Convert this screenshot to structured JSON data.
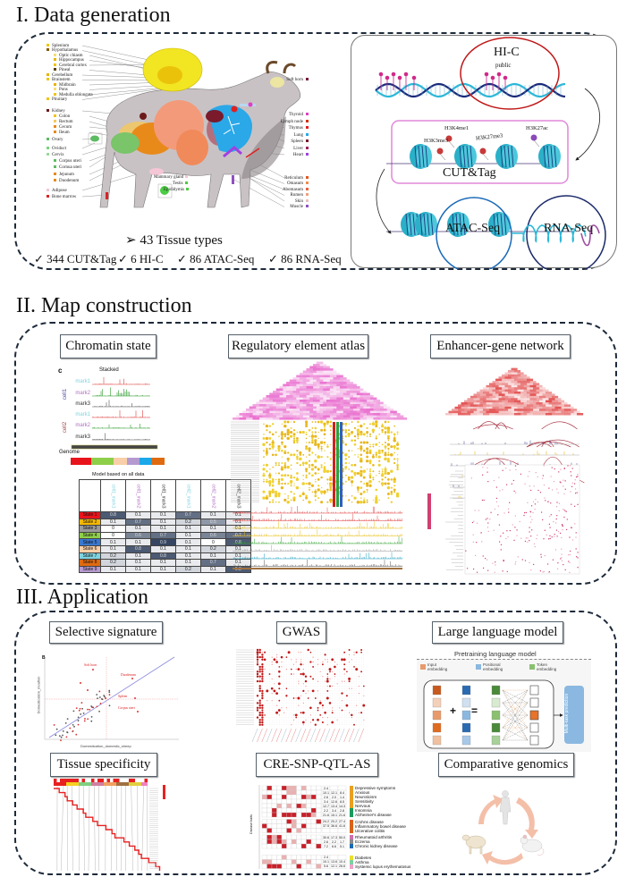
{
  "sections": {
    "data_generation": "I. Data generation",
    "map_construction": "II. Map construction",
    "application": "III. Application"
  },
  "data_generation": {
    "tissue_types": "43 Tissue types",
    "tissue_bullet": "➢",
    "counts": [
      {
        "check": "✓",
        "label": "344 CUT&Tag"
      },
      {
        "check": "✓",
        "label": "6 HI-C"
      },
      {
        "check": "✓",
        "label": "86 ATAC-Seq"
      },
      {
        "check": "✓",
        "label": "86 RNA-Seq"
      }
    ],
    "left_tissues": [
      {
        "label": "Splenium",
        "color": "#f0c419"
      },
      {
        "label": "Hypothalamus",
        "color": "#8a5a00"
      },
      {
        "label": "Optic chiasm",
        "color": "#f5dd7a"
      },
      {
        "label": "Hippocampus",
        "color": "#e8b400"
      },
      {
        "label": "Cerebral cortex",
        "color": "#f0c419"
      },
      {
        "label": "Pineal",
        "color": "#5a4000"
      },
      {
        "label": "Cerebellum",
        "color": "#e8b400"
      },
      {
        "label": "Brainstem",
        "color": "#f0c419"
      },
      {
        "label": "Midbrain",
        "color": "#e8b400"
      },
      {
        "label": "Pons",
        "color": "#f5dd7a"
      },
      {
        "label": "Medulla oblongata",
        "color": "#f0c419"
      },
      {
        "label": "Pituitary",
        "color": "#f0c419"
      },
      {
        "label": "Kidney",
        "color": "#6b1a1a"
      },
      {
        "label": "Colon",
        "color": "#f0c419"
      },
      {
        "label": "Rectum",
        "color": "#f5c85a"
      },
      {
        "label": "Cecum",
        "color": "#e88a1a"
      },
      {
        "label": "Ileum",
        "color": "#e88a1a"
      },
      {
        "label": "Ovary",
        "color": "#5dbb63"
      },
      {
        "label": "Oviduct",
        "color": "#7ad37f"
      },
      {
        "label": "Cervix",
        "color": "#9ad99c"
      },
      {
        "label": "Corpus uteri",
        "color": "#5dbb63"
      },
      {
        "label": "Cornua uteri",
        "color": "#5dbb63"
      },
      {
        "label": "Jejunum",
        "color": "#e88a1a"
      },
      {
        "label": "Duodenum",
        "color": "#e88a1a"
      },
      {
        "label": "Adipose",
        "color": "#f4c6d6"
      },
      {
        "label": "Bone marrow",
        "color": "#d22"
      }
    ],
    "right_tissues": [
      {
        "label": "Soft horn",
        "color": "#7a1a3a"
      },
      {
        "label": "Thyroid",
        "color": "#e040c0"
      },
      {
        "label": "Lymph node",
        "color": "#d03010"
      },
      {
        "label": "Thymus",
        "color": "#e02020"
      },
      {
        "label": "Lung",
        "color": "#2aa8e8"
      },
      {
        "label": "Spleen",
        "color": "#7a1a2a"
      },
      {
        "label": "Liver",
        "color": "#a02060"
      },
      {
        "label": "Heart",
        "color": "#a040e0"
      },
      {
        "label": "Reticulum",
        "color": "#e05a20"
      },
      {
        "label": "Omasum",
        "color": "#f08a50"
      },
      {
        "label": "Abomasum",
        "color": "#e86040"
      },
      {
        "label": "Rumen",
        "color": "#f0a080"
      },
      {
        "label": "Skin",
        "color": "#e8c0c0"
      },
      {
        "label": "Muscle",
        "color": "#9050c0"
      }
    ],
    "middle_tissues": [
      {
        "label": "Mammary gland",
        "color": "#f4c6d6"
      },
      {
        "label": "Testis",
        "color": "#4ccc44"
      },
      {
        "label": "Epididymis",
        "color": "#4ccc44"
      }
    ],
    "assays": {
      "hic": "HI-C",
      "hic_note": "public",
      "cut_tag": "CUT&Tag",
      "atac": "ATAC-Seq",
      "rna": "RNA-Seq",
      "marks": [
        "H3K4me1",
        "H3K3me3",
        "H3K27me3",
        "H3K27ac"
      ]
    }
  },
  "map_construction": {
    "panels": [
      "Chromatin state",
      "Regulatory element atlas",
      "Enhancer-gene network"
    ],
    "chromatin": {
      "panel_letter": "c",
      "stacked": "Stacked",
      "cells": [
        "cell1",
        "cell2"
      ],
      "marks": [
        "mark1",
        "mark2",
        "mark3"
      ],
      "genome": "Genome",
      "model_title": "Model based on all data",
      "columns": [
        "cell1_mark1",
        "cell1_mark2",
        "cell1_mark3",
        "cell2_mark1",
        "cell2_mark2",
        "cell2_mark3"
      ],
      "states": [
        {
          "label": "State 1",
          "color": "#e8141b",
          "values": [
            "0.8",
            "0.1",
            "0.1",
            "0.7",
            "0.1",
            "0.1"
          ]
        },
        {
          "label": "State 2",
          "color": "#f5b800",
          "values": [
            "0.1",
            "0.7",
            "0.1",
            "0.2",
            "0.5",
            "0.1"
          ]
        },
        {
          "label": "State 3",
          "color": "#9a9a9a",
          "values": [
            "0",
            "0.1",
            "0.1",
            "0.1",
            "0.1",
            "0.1"
          ]
        },
        {
          "label": "State 4",
          "color": "#8ecf4a",
          "values": [
            "0",
            "0.6",
            "0.7",
            "0.1",
            "0.6",
            "0.7"
          ]
        },
        {
          "label": "State 5",
          "color": "#3a78d0",
          "values": [
            "0.1",
            "0.1",
            "0.9",
            "0.1",
            "0",
            "0.8"
          ]
        },
        {
          "label": "State 6",
          "color": "#f8cfa8",
          "values": [
            "0.1",
            "0.8",
            "0.1",
            "0.1",
            "0.2",
            "0.1"
          ]
        },
        {
          "label": "State 7",
          "color": "#7fd3e0",
          "values": [
            "0.2",
            "0.1",
            "0.8",
            "0.1",
            "0.1",
            "0.1"
          ]
        },
        {
          "label": "State 8",
          "color": "#e06a10",
          "values": [
            "0.2",
            "0.1",
            "0.1",
            "0.1",
            "0.7",
            "0.1"
          ]
        },
        {
          "label": "State 9",
          "color": "#b59ad0",
          "values": [
            "0.1",
            "0.1",
            "0.1",
            "0.2",
            "0.1",
            "0.8"
          ]
        }
      ],
      "genome_colors": [
        "#e8141b",
        "#8ecf4a",
        "#f8cfa8",
        "#b59ad0",
        "#1aa8e8",
        "#e06a10"
      ]
    }
  },
  "application": {
    "panels": [
      "Selective signature",
      "GWAS",
      "Large language model",
      "Tissue specificity",
      "CRE-SNP-QTL-AS",
      "Comparative genomics"
    ],
    "selective": {
      "panel_letter": "B",
      "xlabel": "Domestication_domestic_sheep",
      "ylabel": "Domestication_mouflon",
      "highlights": [
        "Soft horn",
        "Duodenum",
        "Spleen",
        "Corpus uteri"
      ]
    },
    "llm": {
      "title": "Pretraining language model",
      "legend": [
        "Input embedding",
        "Positional embedding",
        "Token embedding"
      ],
      "output": "Multi-task prediction",
      "plus": "+",
      "equals": "="
    },
    "cre": {
      "ylabel": "Disease traits",
      "traits": [
        {
          "label": "Depressive symptoms",
          "values": [
            "2.4"
          ],
          "group_color": "#e8a020"
        },
        {
          "label": "Anxious",
          "values": [
            "10.1",
            "12.1",
            "8.4"
          ],
          "group_color": "#e8a020"
        },
        {
          "label": "Neuroticism",
          "values": [
            "2.6",
            "2.0",
            "1.4"
          ],
          "group_color": "#e8a020"
        },
        {
          "label": "Sensitivity",
          "values": [
            "3.4",
            "12.6",
            "8.5"
          ],
          "group_color": "#e8a020"
        },
        {
          "label": "Nervous",
          "values": [
            "12.7",
            "13.4",
            "14.3"
          ],
          "group_color": "#e8a020"
        },
        {
          "label": "Insomnia",
          "values": [
            "2.2",
            "3.4",
            "2.8"
          ],
          "group_color": "#1a9a60"
        },
        {
          "label": "Alzheimer's disease",
          "values": [
            "21.6",
            "15.1",
            "21.6"
          ],
          "group_color": "#1a9a60"
        },
        {
          "label": "Crohns disease",
          "values": [
            "24.2",
            "20.2",
            "27.4"
          ],
          "group_color": "#d8641a"
        },
        {
          "label": "Inflammatory bowel disease",
          "values": [
            "37.5",
            "36.6",
            "41.6"
          ],
          "group_color": "#d8641a"
        },
        {
          "label": "Ulcerative colitis",
          "values": [],
          "group_color": "#d8641a"
        },
        {
          "label": "Rheumatoid arthritis",
          "values": [
            "30.6",
            "17.3",
            "50.0"
          ],
          "group_color": "#d070b0"
        },
        {
          "label": "Eczema",
          "values": [
            "2.6",
            "2.2",
            "1.7"
          ],
          "group_color": "#8a8a8a"
        },
        {
          "label": "Chronic kidney disease",
          "values": [
            "7.2",
            "6.6",
            "5.1"
          ],
          "group_color": "#1a6ab0"
        },
        {
          "label": "Diabetes",
          "values": [
            "2.4"
          ],
          "group_color": "#e8e030"
        },
        {
          "label": "Asthma",
          "values": [
            "10.1",
            "13.6",
            "10.4"
          ],
          "group_color": "#80d0a0"
        },
        {
          "label": "Systemic lupus erythematosus",
          "values": [
            "5.6",
            "12.1",
            "26.6"
          ],
          "group_color": "#f0a0c8"
        }
      ]
    }
  }
}
